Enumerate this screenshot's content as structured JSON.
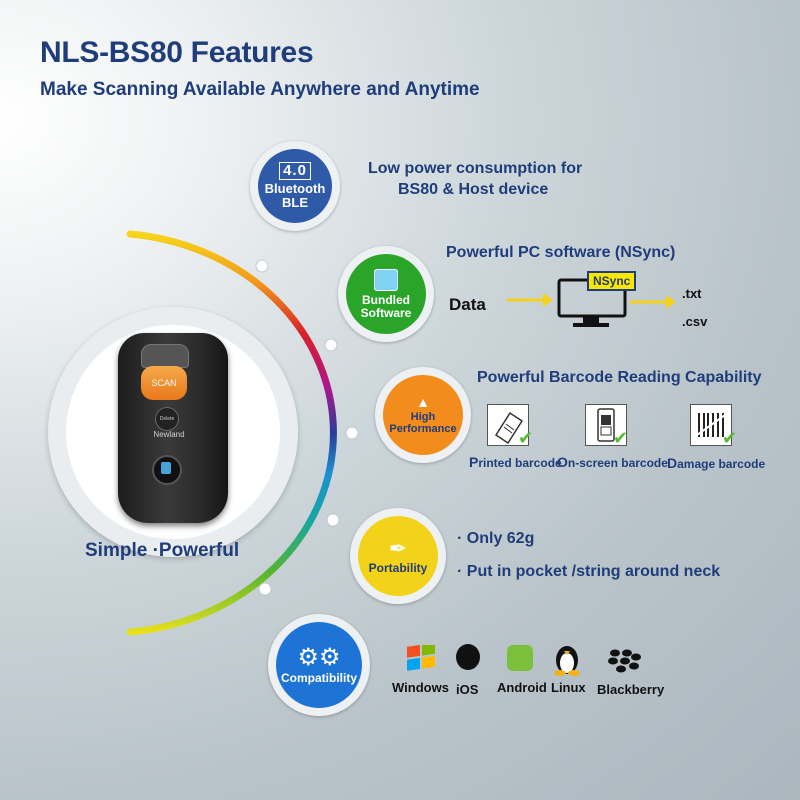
{
  "header": {
    "title": "NLS-BS80 Features",
    "subtitle": "Make Scanning Available Anywhere and Anytime"
  },
  "device": {
    "scan_label": "SCAN",
    "delete_label": "Delete",
    "brand": "Newland"
  },
  "tagline": "Simple ·Powerful",
  "features": {
    "bluetooth": {
      "version": "4.0",
      "line1": "Bluetooth",
      "line2": "BLE",
      "description": [
        "Low power consumption for",
        "BS80 & Host device"
      ]
    },
    "software": {
      "line1": "Bundled",
      "line2": "Software",
      "heading": "Powerful PC software (NSync)",
      "data_label": "Data",
      "app_name": "NSync",
      "formats": [
        ".txt",
        ".csv"
      ]
    },
    "performance": {
      "line1": "High",
      "line2": "Performance",
      "heading": "Powerful Barcode Reading Capability",
      "barcodes": [
        {
          "initial": "P",
          "rest": "rinted barcode"
        },
        {
          "initial": "O",
          "rest": "n-screen barcode"
        },
        {
          "initial": "D",
          "rest": "amage barcode"
        }
      ]
    },
    "portability": {
      "label": "Portability",
      "points": [
        "· Only 62g",
        "· Put in pocket /string around  neck"
      ]
    },
    "compatibility": {
      "label": "Compatibility",
      "platforms": [
        "Windows",
        "iOS",
        "Android",
        "Linux",
        "Blackberry"
      ]
    }
  },
  "colors": {
    "title": "#1f3d7a",
    "bluetooth_badge": "#2e5aa8",
    "software_badge": "#2aa52a",
    "performance_badge": "#f28c1c",
    "portability_badge": "#f3d21a",
    "compatibility_badge": "#1e74d6",
    "check": "#5cb82f"
  }
}
